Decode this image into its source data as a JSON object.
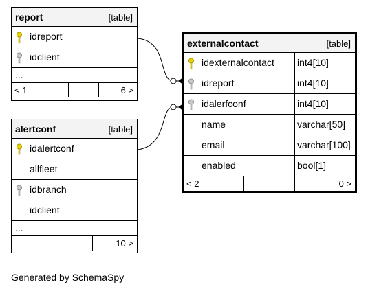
{
  "tables": {
    "report": {
      "name": "report",
      "kind": "[table]",
      "columns": [
        "idreport",
        "idclient"
      ],
      "ellipsis": "...",
      "footer": {
        "left": "< 1",
        "right": "6 >"
      }
    },
    "alertconf": {
      "name": "alertconf",
      "kind": "[table]",
      "columns": [
        "idalertconf",
        "allfleet",
        "idbranch",
        "idclient"
      ],
      "ellipsis": "...",
      "footer": {
        "right": "10 >"
      }
    },
    "externalcontact": {
      "name": "externalcontact",
      "kind": "[table]",
      "columns": [
        {
          "name": "idexternalcontact",
          "type": "int4[10]"
        },
        {
          "name": "idreport",
          "type": "int4[10]"
        },
        {
          "name": "idalerfconf",
          "type": "int4[10]"
        },
        {
          "name": "name",
          "type": "varchar[50]"
        },
        {
          "name": "email",
          "type": "varchar[100]"
        },
        {
          "name": "enabled",
          "type": "bool[1]"
        }
      ],
      "footer": {
        "left": "< 2",
        "right": "0 >"
      }
    }
  },
  "caption": "Generated by SchemaSpy",
  "colors": {
    "primary_key": "#e8d400",
    "foreign_key": "#b0b0b0",
    "header_bg": "#f3f3f3"
  }
}
